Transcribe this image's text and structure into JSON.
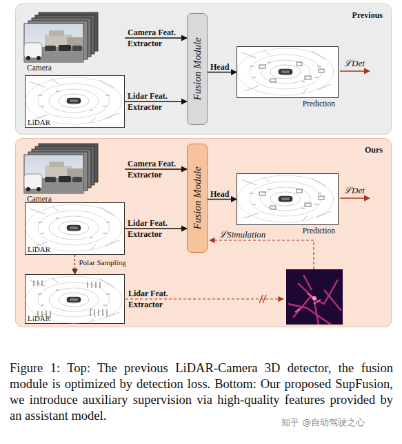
{
  "diagram": {
    "caption": "Figure 1: Top: The previous LiDAR-Camera 3D detector, the fusion module is optimized by detection loss. Bottom: Our proposed SupFusion, we introduce auxiliary supervision via high-quality features provided by an assistant model.",
    "nodes": [
      {
        "text": [
          "Previous"
        ]
      },
      {
        "text": [
          "Camera"
        ],
        "in": 0
      },
      {
        "text": [
          "LiDAR"
        ],
        "in": 0
      },
      {
        "text": [
          "Fusion Module"
        ],
        "in": 0
      },
      {
        "text": [
          "Prediction"
        ],
        "in": 0
      },
      {
        "text": [
          "Ours"
        ]
      },
      {
        "text": [
          "Camera"
        ],
        "in": 5
      },
      {
        "text": [
          "LiDAR"
        ],
        "in": 5
      },
      {
        "text": [
          "Fusion Module"
        ],
        "in": 5
      },
      {
        "text": [
          "Prediction"
        ],
        "in": 5
      },
      {
        "text": [
          "LiDAR"
        ],
        "in": 5
      }
    ],
    "edges": [
      {
        "from": 1,
        "to": 3,
        "arrow": "to",
        "label": "Camera Feat. Extractor"
      },
      {
        "from": 2,
        "to": 3,
        "arrow": "to",
        "label": "Lidar Feat. Extractor"
      },
      {
        "from": 3,
        "to": 4,
        "arrow": "to",
        "label": "Head"
      },
      {
        "from": 6,
        "to": 8,
        "arrow": "to",
        "label": "Camera Feat. Extractor"
      },
      {
        "from": 7,
        "to": 8,
        "arrow": "to",
        "label": "Lidar Feat. Extractor"
      },
      {
        "from": 8,
        "to": 9,
        "arrow": "to",
        "label": "Head"
      },
      {
        "from": 7,
        "to": 10,
        "arrow": "to",
        "label": "Polar Sampling"
      }
    ],
    "labels": [
      "ℒDet",
      "ℒDet",
      "ℒSimulation",
      "Lidar Feat. Extractor",
      "知乎 @自动驾驶之心"
    ]
  }
}
